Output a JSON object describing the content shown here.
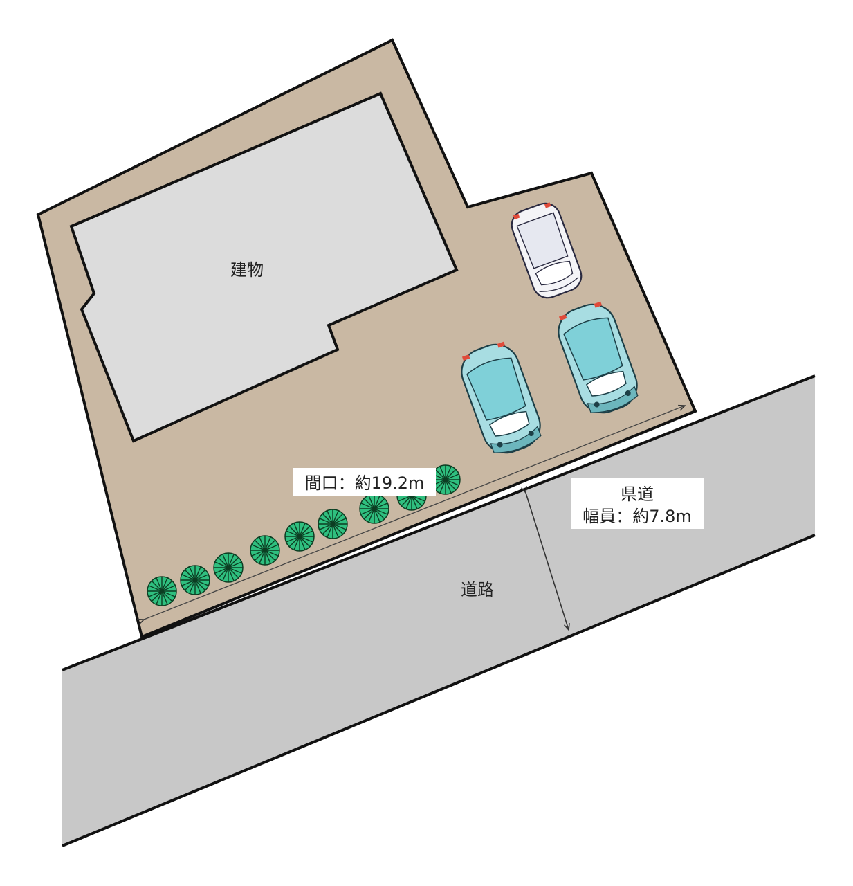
{
  "labels": {
    "building": "建物",
    "road": "道路",
    "frontage": "間口：約19.2m",
    "prefectural_road": "県道",
    "road_width": "幅員：約7.8m"
  },
  "colors": {
    "lot": "#c9b8a3",
    "building": "#dcdcdc",
    "road": "#c8c8c8",
    "outline": "#111111",
    "car_body": "#a8dde2",
    "car_white": "#f4f4f7",
    "shrub": "#2fbf7f"
  },
  "icons": {
    "car": "car-icon",
    "shrub": "shrub-icon"
  }
}
